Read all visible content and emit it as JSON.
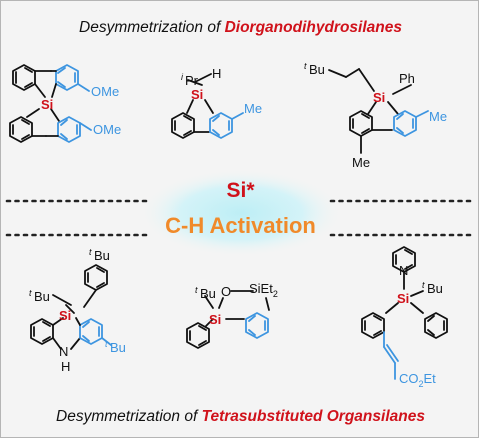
{
  "header": {
    "prefix": "Desymmetrization of ",
    "highlight": "Diorganodihydrosilanes"
  },
  "footer": {
    "prefix": "Desymmetrization of ",
    "highlight": "Tetrasubstituted Organsilanes"
  },
  "center": {
    "line1": "Si*",
    "line2": "C-H Activation"
  },
  "labels": {
    "si": "Si",
    "ome": "OMe",
    "me": "Me",
    "h": "H",
    "ipr_sup": "i",
    "ipr": "Pr",
    "tbu_sup": "t",
    "tbu": "Bu",
    "ph": "Ph",
    "nh_n": "N",
    "nh_h": "H",
    "o": "O",
    "sieth": "SiEt",
    "sieth_sub": "2",
    "n": "N",
    "co2et_a": "CO",
    "co2et_sub": "2",
    "co2et_b": "Et"
  },
  "colors": {
    "accent_red": "#d0121b",
    "accent_blue": "#3d95e0",
    "accent_orange": "#f08a2a",
    "bond": "#111111",
    "glow": "#bdeef5"
  }
}
